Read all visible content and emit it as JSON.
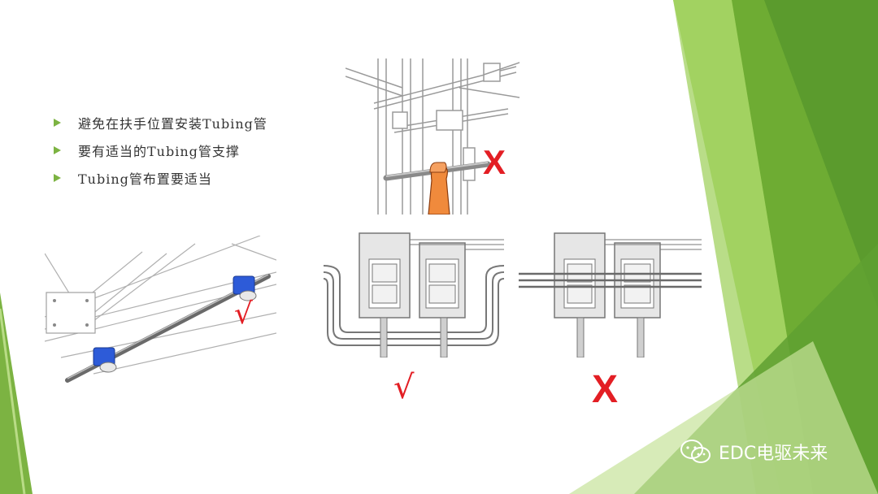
{
  "bullets": [
    "避免在扶手位置安装Tubing管",
    "要有适当的Tubing管支撑",
    "Tubing管布置要适当"
  ],
  "marks": {
    "handrail_mark": "X",
    "support_mark": "√",
    "layout_good_mark": "√",
    "layout_bad_mark": "X"
  },
  "watermark": {
    "text": "EDC电驱未来",
    "icon": "wechat-icon"
  },
  "colors": {
    "accent_green": "#7cb342",
    "mark_red": "#e31e24",
    "clamp_blue": "#2d5bd8"
  }
}
